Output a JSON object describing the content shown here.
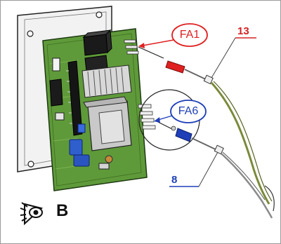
{
  "callouts": {
    "fa1": "FA1",
    "fa6": "FA6"
  },
  "wires": {
    "red_number": "13",
    "blue_number": "8"
  },
  "view": {
    "letter": "B",
    "icon": "eye-view-icon"
  },
  "colors": {
    "red": "#e02020",
    "blue": "#1e3fb8",
    "pcb_green": "#5f9a3a",
    "wire_olive": "#7a8a3a"
  }
}
